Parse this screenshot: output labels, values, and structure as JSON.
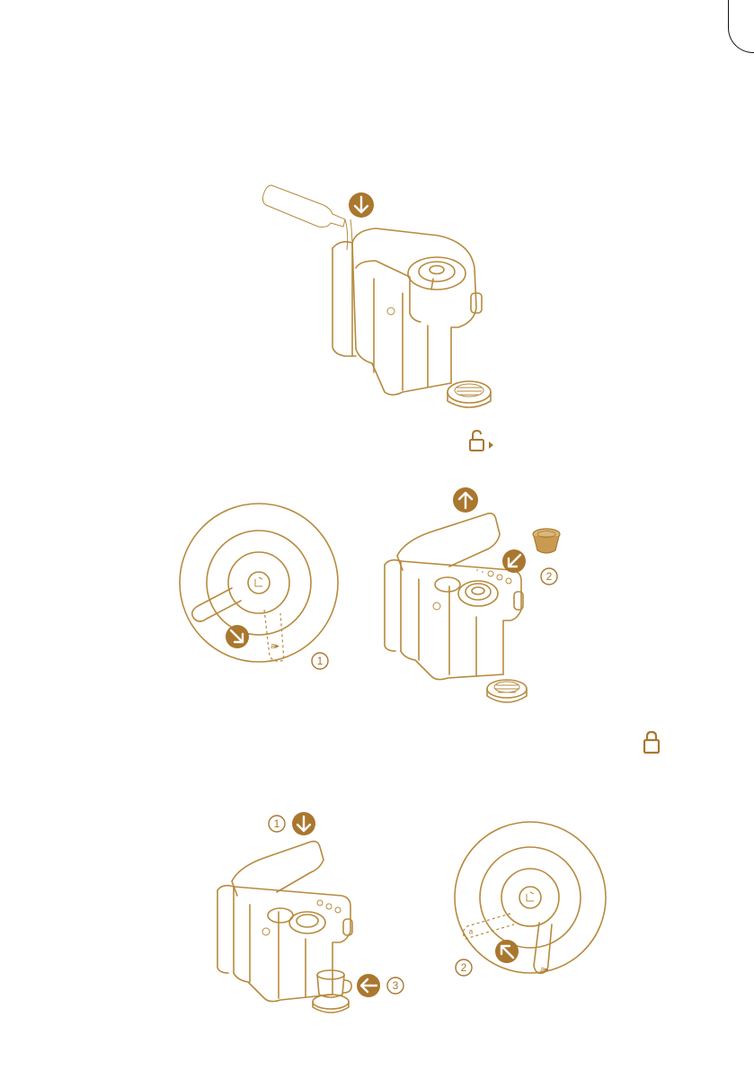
{
  "colors": {
    "accent": "#a9772e",
    "line": "#b78a3d",
    "background": "#ffffff"
  },
  "steps": {
    "fill_water": {
      "arrow_icon": "arrow-down-icon"
    },
    "unlock": {
      "status_icon": "lock-open-icon"
    },
    "insert_capsule": {
      "lever_num": "1",
      "capsule_num": "2",
      "arrows": [
        "arrow-down-right-icon",
        "arrow-up-icon",
        "arrow-down-left-icon"
      ]
    },
    "lock": {
      "status_icon": "lock-closed-icon"
    },
    "brew": {
      "close_num": "1",
      "lever_num": "2",
      "cup_num": "3",
      "arrows": [
        "arrow-down-icon",
        "arrow-up-left-icon",
        "arrow-left-icon"
      ]
    }
  }
}
